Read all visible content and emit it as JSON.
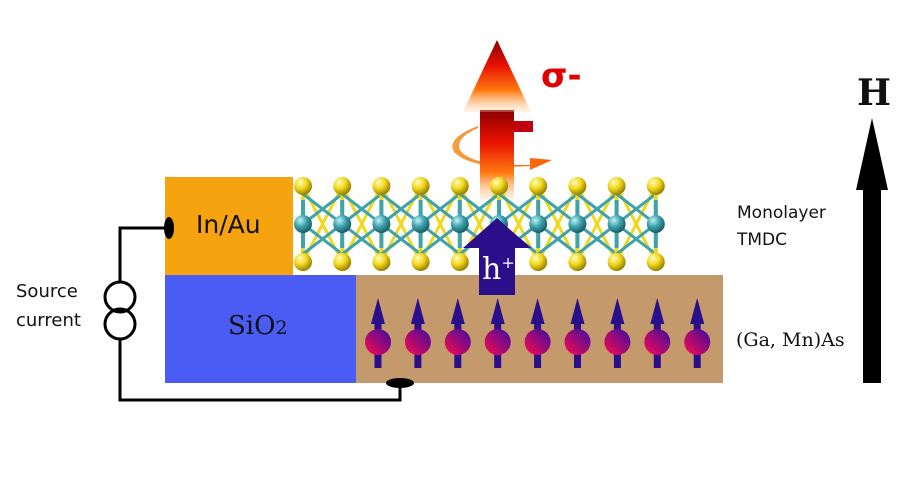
{
  "labels": {
    "in_au": "In/Au",
    "sio2": "SiO2",
    "sio2_main": "SiO",
    "sio2_sub": "2",
    "source_line1": "Source",
    "source_line2": "current",
    "monolayer_line1": "Monolayer",
    "monolayer_line2": "TMDC",
    "gamnas": "(Ga, Mn)As",
    "field": "H",
    "polarization": "σ-",
    "hole": "h",
    "hole_sup": "+"
  },
  "colors": {
    "in_au": "#F5A30F",
    "sio2": "#4B5CF5",
    "gamnas": "#C49A6C",
    "sulfur": "#F2D81C",
    "metal": "#3FA3AE",
    "hole_arrow": "#2A0E8A",
    "spin_arrow": "#2A0E8A",
    "polarization_text": "#E00000",
    "field_arrow": "#000000"
  },
  "counts": {
    "tmdc_columns": 10,
    "spins": 9
  }
}
